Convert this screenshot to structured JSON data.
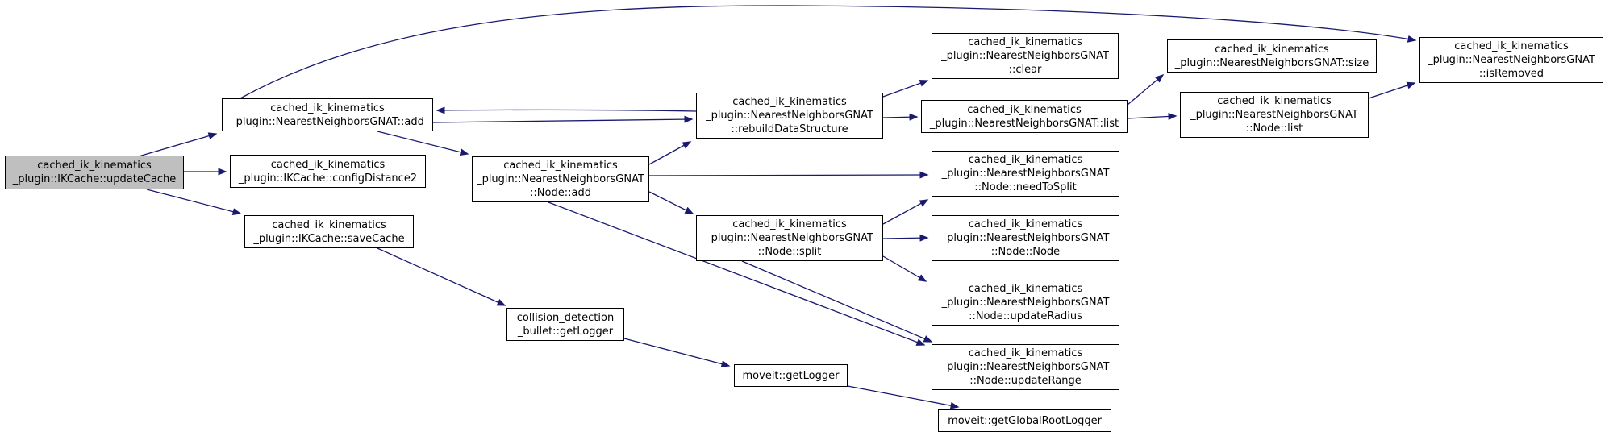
{
  "diagram": {
    "type": "doxygen-call-graph",
    "colors": {
      "edge": "#191970",
      "node_border": "#000000",
      "node_fill": "#ffffff",
      "highlighted_node_fill": "#bfbfbf",
      "background": "#ffffff"
    },
    "nodes": {
      "updateCache": {
        "label": "cached_ik_kinematics\n_plugin::IKCache::updateCache",
        "highlighted": true
      },
      "add": {
        "label": "cached_ik_kinematics\n_plugin::NearestNeighborsGNAT::add"
      },
      "configDistance2": {
        "label": "cached_ik_kinematics\n_plugin::IKCache::configDistance2"
      },
      "saveCache": {
        "label": "cached_ik_kinematics\n_plugin::IKCache::saveCache"
      },
      "nodeAdd": {
        "label": "cached_ik_kinematics\n_plugin::NearestNeighborsGNAT\n::Node::add"
      },
      "rebuildDataStructure": {
        "label": "cached_ik_kinematics\n_plugin::NearestNeighborsGNAT\n::rebuildDataStructure"
      },
      "clear": {
        "label": "cached_ik_kinematics\n_plugin::NearestNeighborsGNAT\n::clear"
      },
      "gnatList": {
        "label": "cached_ik_kinematics\n_plugin::NearestNeighborsGNAT::list"
      },
      "needToSplit": {
        "label": "cached_ik_kinematics\n_plugin::NearestNeighborsGNAT\n::Node::needToSplit"
      },
      "nodeNode": {
        "label": "cached_ik_kinematics\n_plugin::NearestNeighborsGNAT\n::Node::Node"
      },
      "updateRadius": {
        "label": "cached_ik_kinematics\n_plugin::NearestNeighborsGNAT\n::Node::updateRadius"
      },
      "updateRange": {
        "label": "cached_ik_kinematics\n_plugin::NearestNeighborsGNAT\n::Node::updateRange"
      },
      "split": {
        "label": "cached_ik_kinematics\n_plugin::NearestNeighborsGNAT\n::Node::split"
      },
      "size": {
        "label": "cached_ik_kinematics\n_plugin::NearestNeighborsGNAT::size"
      },
      "nodeList": {
        "label": "cached_ik_kinematics\n_plugin::NearestNeighborsGNAT\n::Node::list"
      },
      "isRemoved": {
        "label": "cached_ik_kinematics\n_plugin::NearestNeighborsGNAT\n::isRemoved"
      },
      "collisionGetLogger": {
        "label": "collision_detection\n_bullet::getLogger"
      },
      "moveitGetLogger": {
        "label": "moveit::getLogger"
      },
      "getGlobalRootLogger": {
        "label": "moveit::getGlobalRootLogger"
      }
    },
    "edges": [
      {
        "from": "updateCache",
        "to": "add"
      },
      {
        "from": "updateCache",
        "to": "configDistance2"
      },
      {
        "from": "updateCache",
        "to": "saveCache"
      },
      {
        "from": "add",
        "to": "rebuildDataStructure"
      },
      {
        "from": "rebuildDataStructure",
        "to": "add"
      },
      {
        "from": "add",
        "to": "nodeAdd"
      },
      {
        "from": "add",
        "to": "isRemoved"
      },
      {
        "from": "rebuildDataStructure",
        "to": "clear"
      },
      {
        "from": "rebuildDataStructure",
        "to": "gnatList"
      },
      {
        "from": "nodeAdd",
        "to": "rebuildDataStructure"
      },
      {
        "from": "nodeAdd",
        "to": "needToSplit"
      },
      {
        "from": "nodeAdd",
        "to": "split"
      },
      {
        "from": "nodeAdd",
        "to": "updateRange"
      },
      {
        "from": "split",
        "to": "needToSplit"
      },
      {
        "from": "split",
        "to": "nodeNode"
      },
      {
        "from": "split",
        "to": "updateRadius"
      },
      {
        "from": "split",
        "to": "updateRange"
      },
      {
        "from": "gnatList",
        "to": "size"
      },
      {
        "from": "gnatList",
        "to": "nodeList"
      },
      {
        "from": "nodeList",
        "to": "isRemoved"
      },
      {
        "from": "saveCache",
        "to": "collisionGetLogger"
      },
      {
        "from": "collisionGetLogger",
        "to": "moveitGetLogger"
      },
      {
        "from": "moveitGetLogger",
        "to": "getGlobalRootLogger"
      }
    ]
  }
}
